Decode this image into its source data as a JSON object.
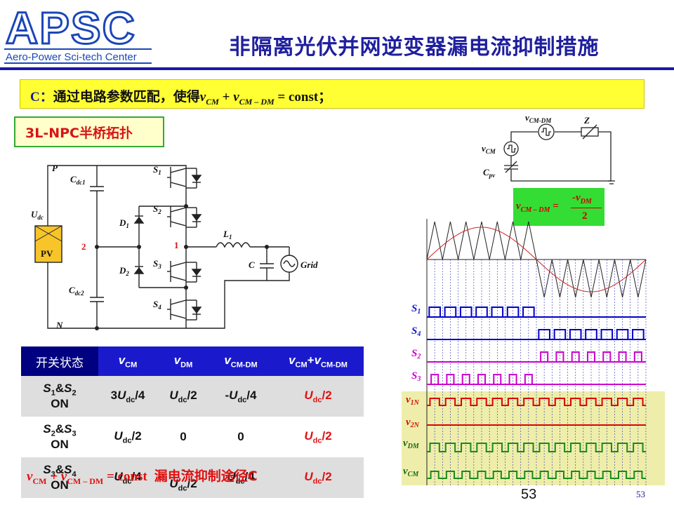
{
  "header": {
    "logo_text": "APSC",
    "logo_subtitle": "Aero-Power Sci-tech Center",
    "title": "非隔离光伏并网逆变器漏电流抑制措施"
  },
  "method": {
    "prefix": "C：",
    "text": "通过电路参数匹配，使得",
    "v1": "v",
    "v1_sub": "CM",
    "plus": " + ",
    "v2": "v",
    "v2_sub": "CM – DM",
    "eq": " = const；"
  },
  "topology_label": "3L-NPC半桥拓扑",
  "circuit": {
    "P": "P",
    "N": "N",
    "Udc": "U",
    "Udc_sub": "dc",
    "PV": "PV",
    "Cdc1": "C",
    "Cdc1_sub": "dc1",
    "Cdc2": "C",
    "Cdc2_sub": "dc2",
    "node2": "2",
    "node1": "1",
    "D1": "D",
    "D1_sub": "1",
    "D2": "D",
    "D2_sub": "2",
    "S1": "S",
    "S1_sub": "1",
    "S2": "S",
    "S2_sub": "2",
    "S3": "S",
    "S3_sub": "3",
    "S4": "S",
    "S4_sub": "4",
    "L1": "L",
    "L1_sub": "1",
    "C": "C",
    "Grid": "Grid"
  },
  "equiv": {
    "vcmdm": "v",
    "vcmdm_sub": "CM-DM",
    "Z": "Z",
    "vcm": "v",
    "vcm_sub": "CM",
    "cpv": "C",
    "cpv_sub": "pv"
  },
  "cm_formula": {
    "lhs": "v",
    "lhs_sub": "CM – DM",
    "eq": "=",
    "num": "-v",
    "num_sub": "DM",
    "den": "2"
  },
  "table": {
    "header_state": "开关状态",
    "rows_title": "v_CM, v_DM, v_CM-DM, v_CM+v_CM-DM",
    "row1_state": "S1&S2 ON",
    "row2_state": "S2&S3 ON",
    "row3_state": "S3&S4 ON",
    "row1_vals": [
      "3Udc/4",
      "Udc/2",
      "-Udc/4",
      "Udc/2"
    ],
    "row2_vals": [
      "Udc/2",
      "0",
      "0",
      "Udc/2"
    ],
    "row3_vals": [
      "-Udc/4",
      "Udc/2",
      "Udc/4",
      "Udc/2"
    ],
    "zero": "0"
  },
  "overlay": {
    "lhs": "v",
    "lhs_sub": "CM",
    "plus": " + v",
    "plus_sub": "CM – DM",
    "rest": " = const",
    "cn": "漏电流抑制途径C"
  },
  "waveform_labels": {
    "S1": "S",
    "S1_sub": "1",
    "S4": "S",
    "S4_sub": "4",
    "S2": "S",
    "S2_sub": "2",
    "S3": "S",
    "S3_sub": "3",
    "v1N": "v",
    "v1N_sub": "1N",
    "v2N": "v",
    "v2N_sub": "2N",
    "vDM": "v",
    "vDM_sub": "DM",
    "vCM": "v",
    "vCM_sub": "CM"
  },
  "page_big": "53",
  "page_small": "53",
  "colors": {
    "title_blue": "#1f1f9e",
    "highlight_yellow": "#ffff33",
    "table_blue": "#1a1acc",
    "red": "#e01010",
    "green": "#33dd33",
    "blue_wave": "#0000cc",
    "magenta_wave": "#cc00cc",
    "green_wave": "#1a8a1a"
  }
}
